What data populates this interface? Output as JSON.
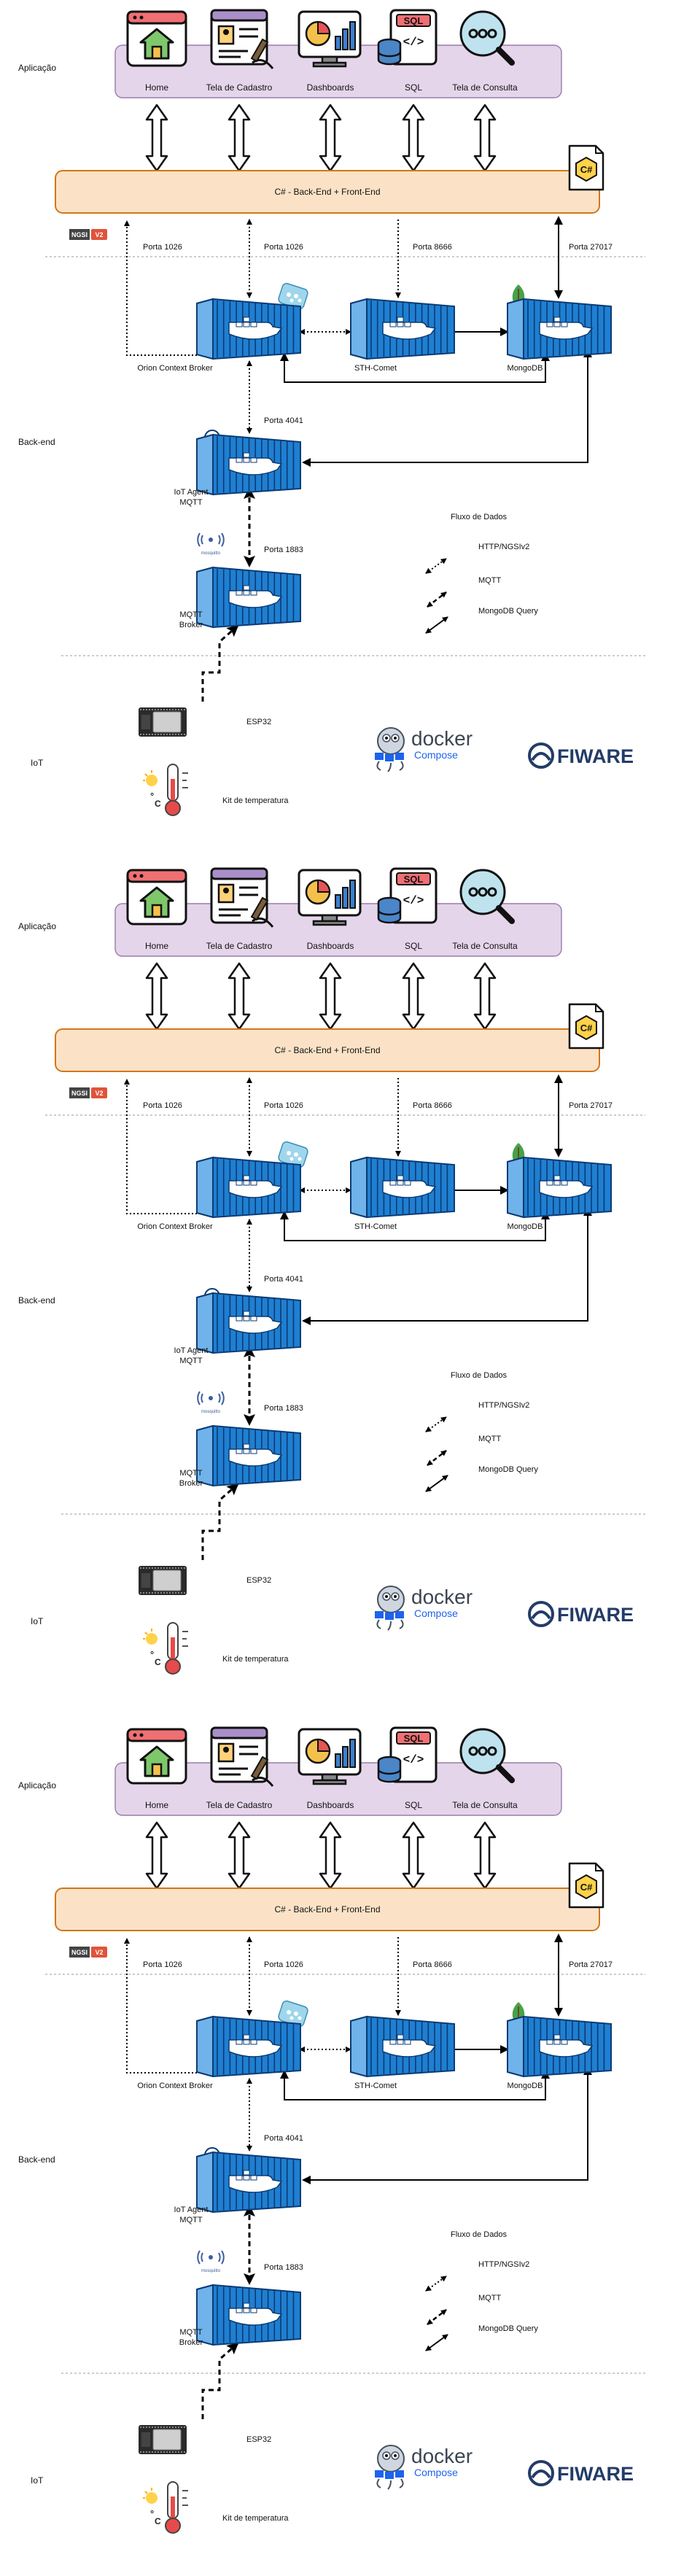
{
  "panels": [
    {
      "layer_application": "Aplicação",
      "layer_backend": "Back-end",
      "layer_iot": "IoT",
      "apps": [
        "Home",
        "Tela de Cadastro",
        "Dashboards",
        "SQL",
        "Tela de Consulta"
      ],
      "backend_bar": "C# - Back-End + Front-End",
      "csharp_badge": "C#",
      "ngsi_badge": "NGSI",
      "ngsi_version": "V2",
      "ports": {
        "orion": "Porta 1026",
        "orion_cb": "Porta 1026",
        "sth": "Porta 8666",
        "mongo": "Porta 27017",
        "iot_agent": "Porta 4041",
        "mqtt": "Porta 1883"
      },
      "components": {
        "orion": "Orion Context Broker",
        "sth": "STH-Comet",
        "mongo": "MongoDB",
        "iot_agent_l1": "IoT Agent",
        "iot_agent_l2": "MQTT",
        "mqtt_l1": "MQTT",
        "mqtt_l2": "Broker"
      },
      "mosquitto_text": "mosquitto",
      "legend": {
        "title": "Fluxo de Dados",
        "http": "HTTP/NGSIv2",
        "mqtt": "MQTT",
        "mongo": "MongoDB Query"
      },
      "device": "ESP32",
      "sensor": "Kit de temperatura",
      "logos": {
        "docker": "docker",
        "compose": "Compose",
        "fiware": "FIWARE"
      }
    },
    {
      "layer_application": "Aplicação",
      "layer_backend": "Back-end",
      "layer_iot": "IoT",
      "apps": [
        "Home",
        "Tela de Cadastro",
        "Dashboards",
        "SQL",
        "Tela de Consulta"
      ],
      "backend_bar": "C# - Back-End + Front-End",
      "csharp_badge": "C#",
      "ngsi_badge": "NGSI",
      "ngsi_version": "V2",
      "ports": {
        "orion": "Porta 1026",
        "orion_cb": "Porta 1026",
        "sth": "Porta 8666",
        "mongo": "Porta 27017",
        "iot_agent": "Porta 4041",
        "mqtt": "Porta 1883"
      },
      "components": {
        "orion": "Orion Context Broker",
        "sth": "STH-Comet",
        "mongo": "MongoDB",
        "iot_agent_l1": "IoT Agent",
        "iot_agent_l2": "MQTT",
        "mqtt_l1": "MQTT",
        "mqtt_l2": "Broker"
      },
      "mosquitto_text": "mosquitto",
      "legend": {
        "title": "Fluxo de Dados",
        "http": "HTTP/NGSIv2",
        "mqtt": "MQTT",
        "mongo": "MongoDB Query"
      },
      "device": "ESP32",
      "sensor": "Kit de temperatura",
      "logos": {
        "docker": "docker",
        "compose": "Compose",
        "fiware": "FIWARE"
      }
    },
    {
      "layer_application": "Aplicação",
      "layer_backend": "Back-end",
      "layer_iot": "IoT",
      "apps": [
        "Home",
        "Tela de Cadastro",
        "Dashboards",
        "SQL",
        "Tela de Consulta"
      ],
      "backend_bar": "C# - Back-End + Front-End",
      "csharp_badge": "C#",
      "ngsi_badge": "NGSI",
      "ngsi_version": "V2",
      "ports": {
        "orion": "Porta 1026",
        "orion_cb": "Porta 1026",
        "sth": "Porta 8666",
        "mongo": "Porta 27017",
        "iot_agent": "Porta 4041",
        "mqtt": "Porta 1883"
      },
      "components": {
        "orion": "Orion Context Broker",
        "sth": "STH-Comet",
        "mongo": "MongoDB",
        "iot_agent_l1": "IoT Agent",
        "iot_agent_l2": "MQTT",
        "mqtt_l1": "MQTT",
        "mqtt_l2": "Broker"
      },
      "mosquitto_text": "mosquitto",
      "legend": {
        "title": "Fluxo de Dados",
        "http": "HTTP/NGSIv2",
        "mqtt": "MQTT",
        "mongo": "MongoDB Query"
      },
      "device": "ESP32",
      "sensor": "Kit de temperatura",
      "logos": {
        "docker": "docker",
        "compose": "Compose",
        "fiware": "FIWARE"
      }
    }
  ],
  "colors": {
    "app_panel": "#e5d5ea",
    "backend_bar": "#fbe2c6",
    "container": "#1f7fd1",
    "docker": "#1d63ed",
    "fiware": "#233c68",
    "ngsi_red": "#e0533a",
    "ngsi_dark": "#444444"
  }
}
